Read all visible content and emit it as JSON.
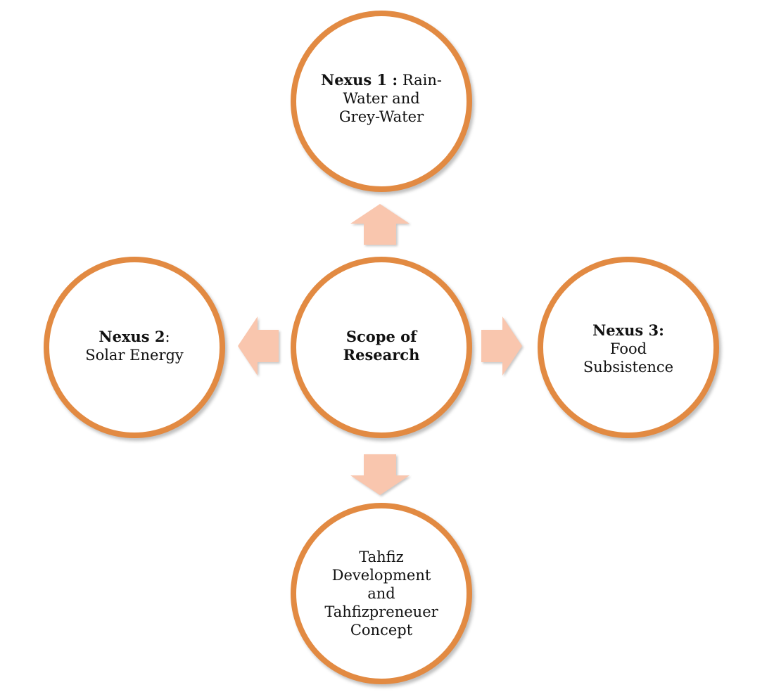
{
  "center": {
    "line1": "Scope of",
    "line2": "Research"
  },
  "nexus_top": {
    "title": "Nexus 1 :",
    "line1_rest": " Rain-",
    "line2": "Water and",
    "line3": "Grey-Water"
  },
  "nexus_left": {
    "title": "Nexus 2",
    "colon": ":",
    "line2": "Solar Energy"
  },
  "nexus_right": {
    "title": "Nexus 3:",
    "line2": "Food",
    "line3": "Subsistence"
  },
  "bottom": {
    "line1": "Tahfiz",
    "line2": "Development",
    "line3": "and",
    "line4": "Tahfizpreneuer",
    "line5": "Concept"
  },
  "colors": {
    "circle_border": "#e28a42",
    "arrow_fill": "#f9c6ae"
  }
}
